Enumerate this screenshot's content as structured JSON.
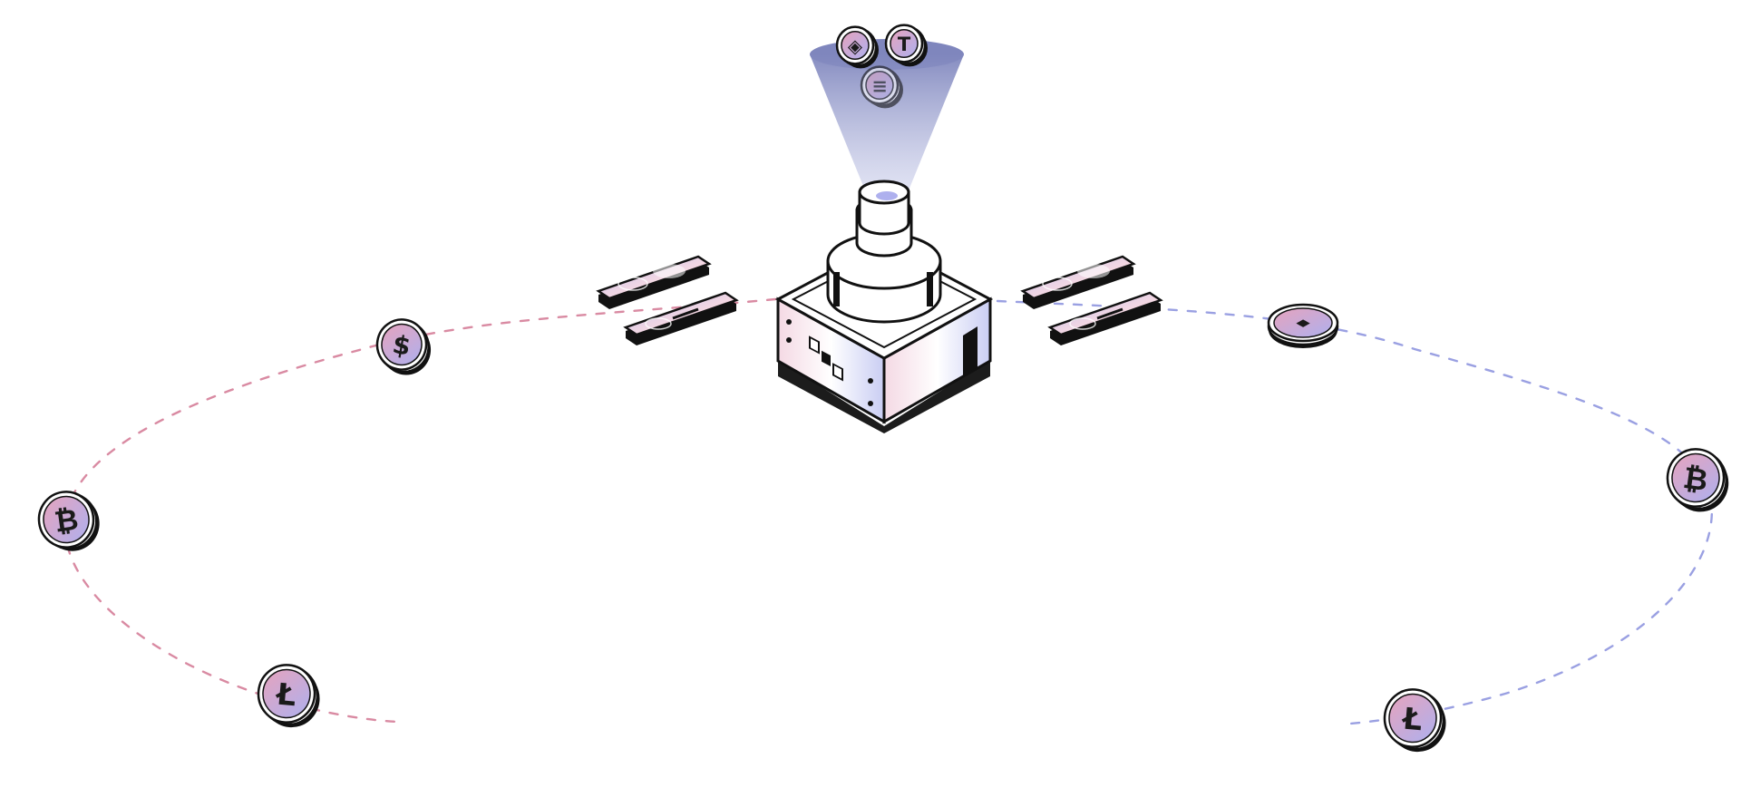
{
  "palette": {
    "pink": "#e6a3bd",
    "lavender": "#aeb0ee",
    "beam": "#8d93c4",
    "ink": "#111111",
    "shadow": "#1c1c1c",
    "left_path": "#d98aa2",
    "right_path": "#9aa0e2"
  },
  "hub": {
    "name": "exchange-hub",
    "tokens": [
      {
        "name": "binance-coin",
        "icon": "binance-icon",
        "symbol": "◈"
      },
      {
        "name": "tether-coin",
        "icon": "tether-icon",
        "symbol": "T"
      },
      {
        "name": "solana-coin",
        "icon": "solana-icon",
        "symbol": "≡"
      }
    ]
  },
  "left_loop": {
    "color": "#d98aa2",
    "coins": [
      {
        "name": "dollar-coin",
        "icon": "dollar-icon",
        "symbol": "$"
      },
      {
        "name": "bitcoin-coin",
        "icon": "bitcoin-icon",
        "symbol": "₿"
      },
      {
        "name": "litecoin-coin",
        "icon": "litecoin-icon",
        "symbol": "Ł"
      }
    ],
    "devices": [
      "phone",
      "phone"
    ]
  },
  "right_loop": {
    "color": "#9aa0e2",
    "coins": [
      {
        "name": "ethereum-coin",
        "icon": "ethereum-icon",
        "symbol": "◆"
      },
      {
        "name": "bitcoin-coin",
        "icon": "bitcoin-icon",
        "symbol": "₿"
      },
      {
        "name": "litecoin-coin",
        "icon": "litecoin-icon",
        "symbol": "Ł"
      }
    ],
    "devices": [
      "phone",
      "phone"
    ]
  }
}
